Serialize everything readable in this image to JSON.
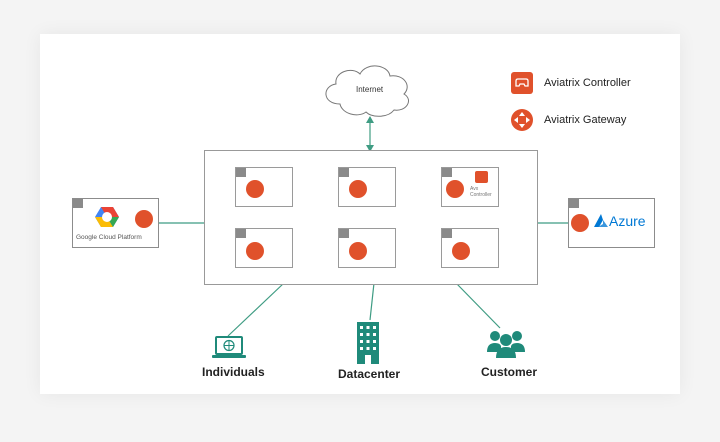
{
  "internet": {
    "label": "Internet"
  },
  "legend": {
    "controller_label": "Aviatrix Controller",
    "gateway_label": "Aviatrix Gateway"
  },
  "gcp": {
    "label": "Google Cloud Platform"
  },
  "azure": {
    "label": "Azure"
  },
  "controller_vpc": {
    "label": "Avx Controller"
  },
  "endpoints": [
    {
      "label": "Individuals"
    },
    {
      "label": "Datacenter"
    },
    {
      "label": "Customer"
    }
  ],
  "colors": {
    "gateway": "#e0512b",
    "line": "#3f9c83",
    "icon_teal": "#1f8a7a",
    "azure_blue": "#0078d4"
  }
}
